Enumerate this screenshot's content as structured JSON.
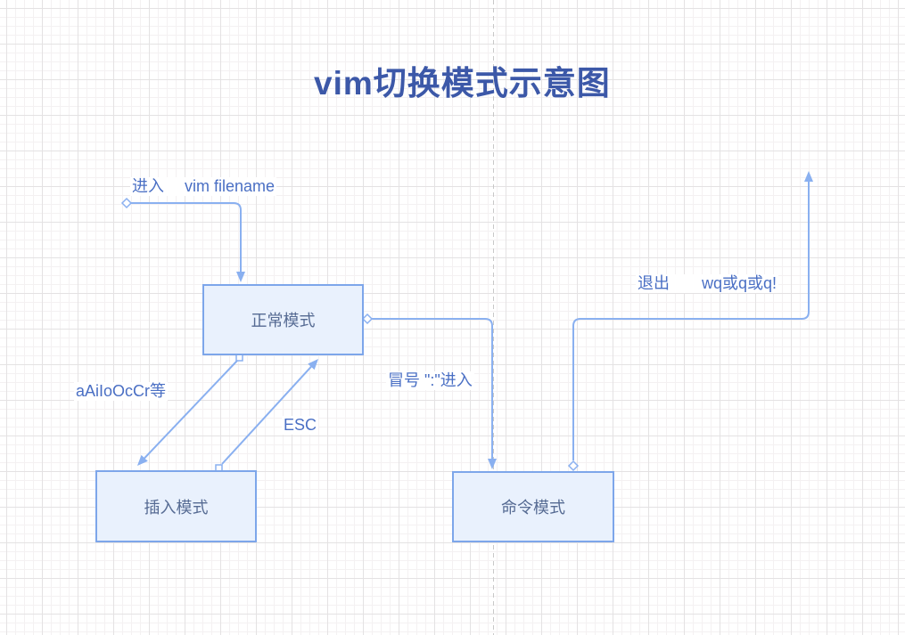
{
  "title": "vim切换模式示意图",
  "nodes": {
    "normal": {
      "label": "正常模式"
    },
    "insert": {
      "label": "插入模式"
    },
    "command": {
      "label": "命令模式"
    }
  },
  "annotations": {
    "enter": {
      "parts": [
        "进入",
        "vim filename"
      ]
    },
    "insert_keys": {
      "text": "aAiIoOcCr等"
    },
    "esc": {
      "text": "ESC"
    },
    "colon": {
      "text": "冒号 \":\"进入"
    },
    "exit": {
      "parts": [
        "退出",
        "wq或q或q!"
      ]
    }
  },
  "edges": [
    {
      "name": "edge-enter",
      "from": "start",
      "to": "normal-mode"
    },
    {
      "name": "edge-normal-to-insert",
      "from": "normal-mode",
      "to": "insert-mode"
    },
    {
      "name": "edge-insert-to-normal",
      "from": "insert-mode",
      "to": "normal-mode"
    },
    {
      "name": "edge-normal-to-command",
      "from": "normal-mode",
      "to": "command-mode"
    },
    {
      "name": "edge-command-to-exit",
      "from": "command-mode",
      "to": "exit"
    }
  ],
  "colors": {
    "node_fill": "#e9f1fd",
    "node_border": "#7da6ea",
    "edge": "#8ab0f0",
    "title_text": "#3c58a8",
    "label_text": "#4a6fc4",
    "node_text": "#566b93",
    "divider": "#c8c8c8",
    "grid_minor": "#f4f1f2",
    "grid_major": "#e4e2e3"
  }
}
